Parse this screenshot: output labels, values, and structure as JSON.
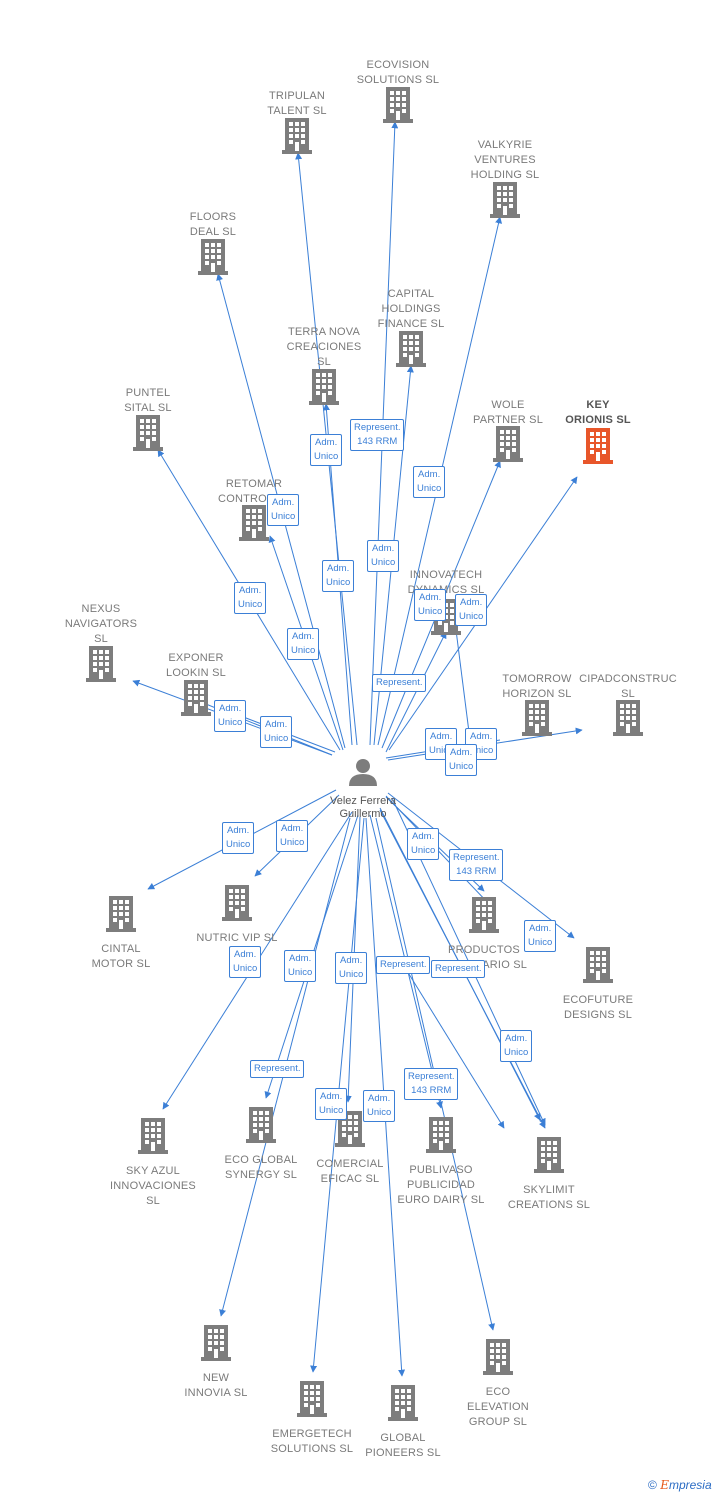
{
  "person": {
    "name": "Velez\nFerrera\nGuillermo",
    "icon": "person-icon"
  },
  "colors": {
    "edge": "#3b7fd6",
    "building": "#7d7d7d",
    "highlight": "#e8562a"
  },
  "companies": [
    {
      "id": "ecovision",
      "name": "ECOVISION\nSOLUTIONS  SL",
      "highlight": false
    },
    {
      "id": "tripulan",
      "name": "TRIPULAN\nTALENT  SL",
      "highlight": false
    },
    {
      "id": "valkyrie",
      "name": "VALKYRIE\nVENTURES\nHOLDING  SL",
      "highlight": false
    },
    {
      "id": "floors",
      "name": "FLOORS\nDEAL  SL",
      "highlight": false
    },
    {
      "id": "capital",
      "name": "CAPITAL\nHOLDINGS\nFINANCE  SL",
      "highlight": false
    },
    {
      "id": "terranova",
      "name": "TERRA NOVA\nCREACIONES\nSL",
      "highlight": false
    },
    {
      "id": "wole",
      "name": "WOLE\nPARTNER  SL",
      "highlight": false
    },
    {
      "id": "key",
      "name": "KEY\nORIONIS  SL",
      "highlight": true
    },
    {
      "id": "puntel",
      "name": "PUNTEL\nSITAL  SL",
      "highlight": false
    },
    {
      "id": "retomar",
      "name": "RETOMAR\nCONTROL  SL",
      "highlight": false
    },
    {
      "id": "innovatech",
      "name": "INNOVATECH\nDYNAMICS  SL",
      "highlight": false
    },
    {
      "id": "nexus",
      "name": "NEXUS\nNAVIGATORS\nSL",
      "highlight": false
    },
    {
      "id": "exponer",
      "name": "EXPONER\nLOOKIN  SL",
      "highlight": false
    },
    {
      "id": "tomorrow",
      "name": "TOMORROW\nHORIZON  SL",
      "highlight": false
    },
    {
      "id": "cipad",
      "name": "CIPADCONSTRUC\nSL",
      "highlight": false
    },
    {
      "id": "cintal",
      "name": "CINTAL\nMOTOR  SL",
      "highlight": false
    },
    {
      "id": "nutric",
      "name": "NUTRIC VIP  SL",
      "highlight": false
    },
    {
      "id": "productos",
      "name": "PRODUCTOS\nSOCIETARIO  SL",
      "highlight": false
    },
    {
      "id": "ecofuture",
      "name": "ECOFUTURE\nDESIGNS  SL",
      "highlight": false
    },
    {
      "id": "skyazul",
      "name": "SKY AZUL\nINNOVACIONES\nSL",
      "highlight": false
    },
    {
      "id": "ecoglobal",
      "name": "ECO GLOBAL\nSYNERGY  SL",
      "highlight": false
    },
    {
      "id": "comercial",
      "name": "COMERCIAL\nEFICAC  SL",
      "highlight": false
    },
    {
      "id": "publivaso",
      "name": "PUBLIVASO\nPUBLICIDAD\nEURO DAIRY  SL",
      "highlight": false
    },
    {
      "id": "skylimit",
      "name": "SKYLIMIT\nCREATIONS  SL",
      "highlight": false
    },
    {
      "id": "newinnovia",
      "name": "NEW\nINNOVIA  SL",
      "highlight": false
    },
    {
      "id": "emergetech",
      "name": "EMERGETECH\nSOLUTIONS  SL",
      "highlight": false
    },
    {
      "id": "globalpioneers",
      "name": "GLOBAL\nPIONEERS  SL",
      "highlight": false
    },
    {
      "id": "ecoelevation",
      "name": "ECO\nELEVATION\nGROUP  SL",
      "highlight": false
    }
  ],
  "edge_labels": [
    {
      "id": "e1",
      "text": "Represent.\n143 RRM"
    },
    {
      "id": "e2",
      "text": "Adm.\nUnico"
    },
    {
      "id": "e3",
      "text": "Adm.\nUnico"
    },
    {
      "id": "e4",
      "text": "Adm.\nUnico"
    },
    {
      "id": "e5",
      "text": "Adm.\nUnico"
    },
    {
      "id": "e6",
      "text": "Adm.\nUnico"
    },
    {
      "id": "e7",
      "text": "Adm.\nUnico"
    },
    {
      "id": "e8",
      "text": "Adm.\nUnico"
    },
    {
      "id": "e9",
      "text": "Adm.\nUnico"
    },
    {
      "id": "e10",
      "text": "Adm.\nUnico"
    },
    {
      "id": "e11",
      "text": "Represent."
    },
    {
      "id": "e12",
      "text": "Adm.\nUnico"
    },
    {
      "id": "e13",
      "text": "Adm.\nUnico"
    },
    {
      "id": "e14",
      "text": "Adm.\nUnico"
    },
    {
      "id": "e15",
      "text": "Adm.\nUnico"
    },
    {
      "id": "e16",
      "text": "Adm.\nUnico"
    },
    {
      "id": "e17",
      "text": "Adm.\nUnico"
    },
    {
      "id": "e18",
      "text": "Adm.\nUnico"
    },
    {
      "id": "e19",
      "text": "Adm.\nUnico"
    },
    {
      "id": "e20",
      "text": "Represent.\n143 RRM"
    },
    {
      "id": "e21",
      "text": "Adm.\nUnico"
    },
    {
      "id": "e22",
      "text": "Adm.\nUnico"
    },
    {
      "id": "e23",
      "text": "Adm.\nUnico"
    },
    {
      "id": "e24",
      "text": "Adm.\nUnico"
    },
    {
      "id": "e25",
      "text": "Represent."
    },
    {
      "id": "e26",
      "text": "Represent."
    },
    {
      "id": "e27",
      "text": "Adm.\nUnico"
    },
    {
      "id": "e28",
      "text": "Represent."
    },
    {
      "id": "e29",
      "text": "Represent.\n143 RRM"
    },
    {
      "id": "e30",
      "text": "Adm.\nUnico"
    },
    {
      "id": "e31",
      "text": "Adm.\nUnico"
    }
  ],
  "brand": {
    "copyright": "©",
    "e": "E",
    "rest": "mpresia"
  }
}
